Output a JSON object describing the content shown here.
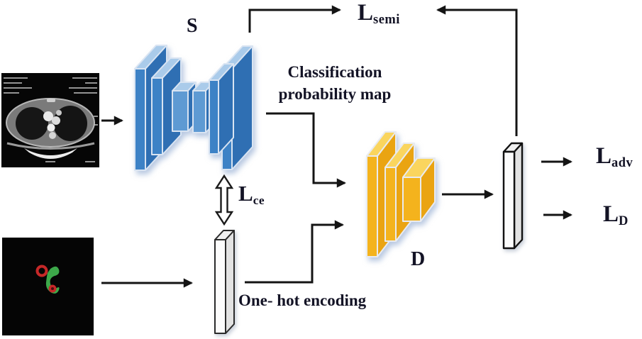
{
  "figure": {
    "labels": {
      "segmenter": "S",
      "discriminator": "D"
    },
    "captions": {
      "classification_line1": "Classification",
      "classification_line2": "probability map",
      "one_hot": "One- hot encoding"
    },
    "losses": {
      "semi": {
        "main": "L",
        "sub": "semi"
      },
      "ce": {
        "main": "L",
        "sub": "ce"
      },
      "adv": {
        "main": "L",
        "sub": "adv"
      },
      "d": {
        "main": "L",
        "sub": "D"
      }
    },
    "colors": {
      "arrow": "#141414",
      "text": "#131325",
      "segmenter_front": "#3D82C6",
      "segmenter_top": "#AACBEA",
      "segmenter_side": "#2F6FB3",
      "segmenter_cube_front": "#5E9AD3",
      "discriminator_front": "#F4B31D",
      "discriminator_top": "#FAD55E",
      "discriminator_side": "#EAA412",
      "bar_front": "#FCFCFC",
      "bar_top": "#F1F1F1",
      "bar_side": "#E2E2E2",
      "ct_body": "#7A7A7A",
      "gt_green": "#3DA84A",
      "gt_red": "#C62828"
    }
  }
}
